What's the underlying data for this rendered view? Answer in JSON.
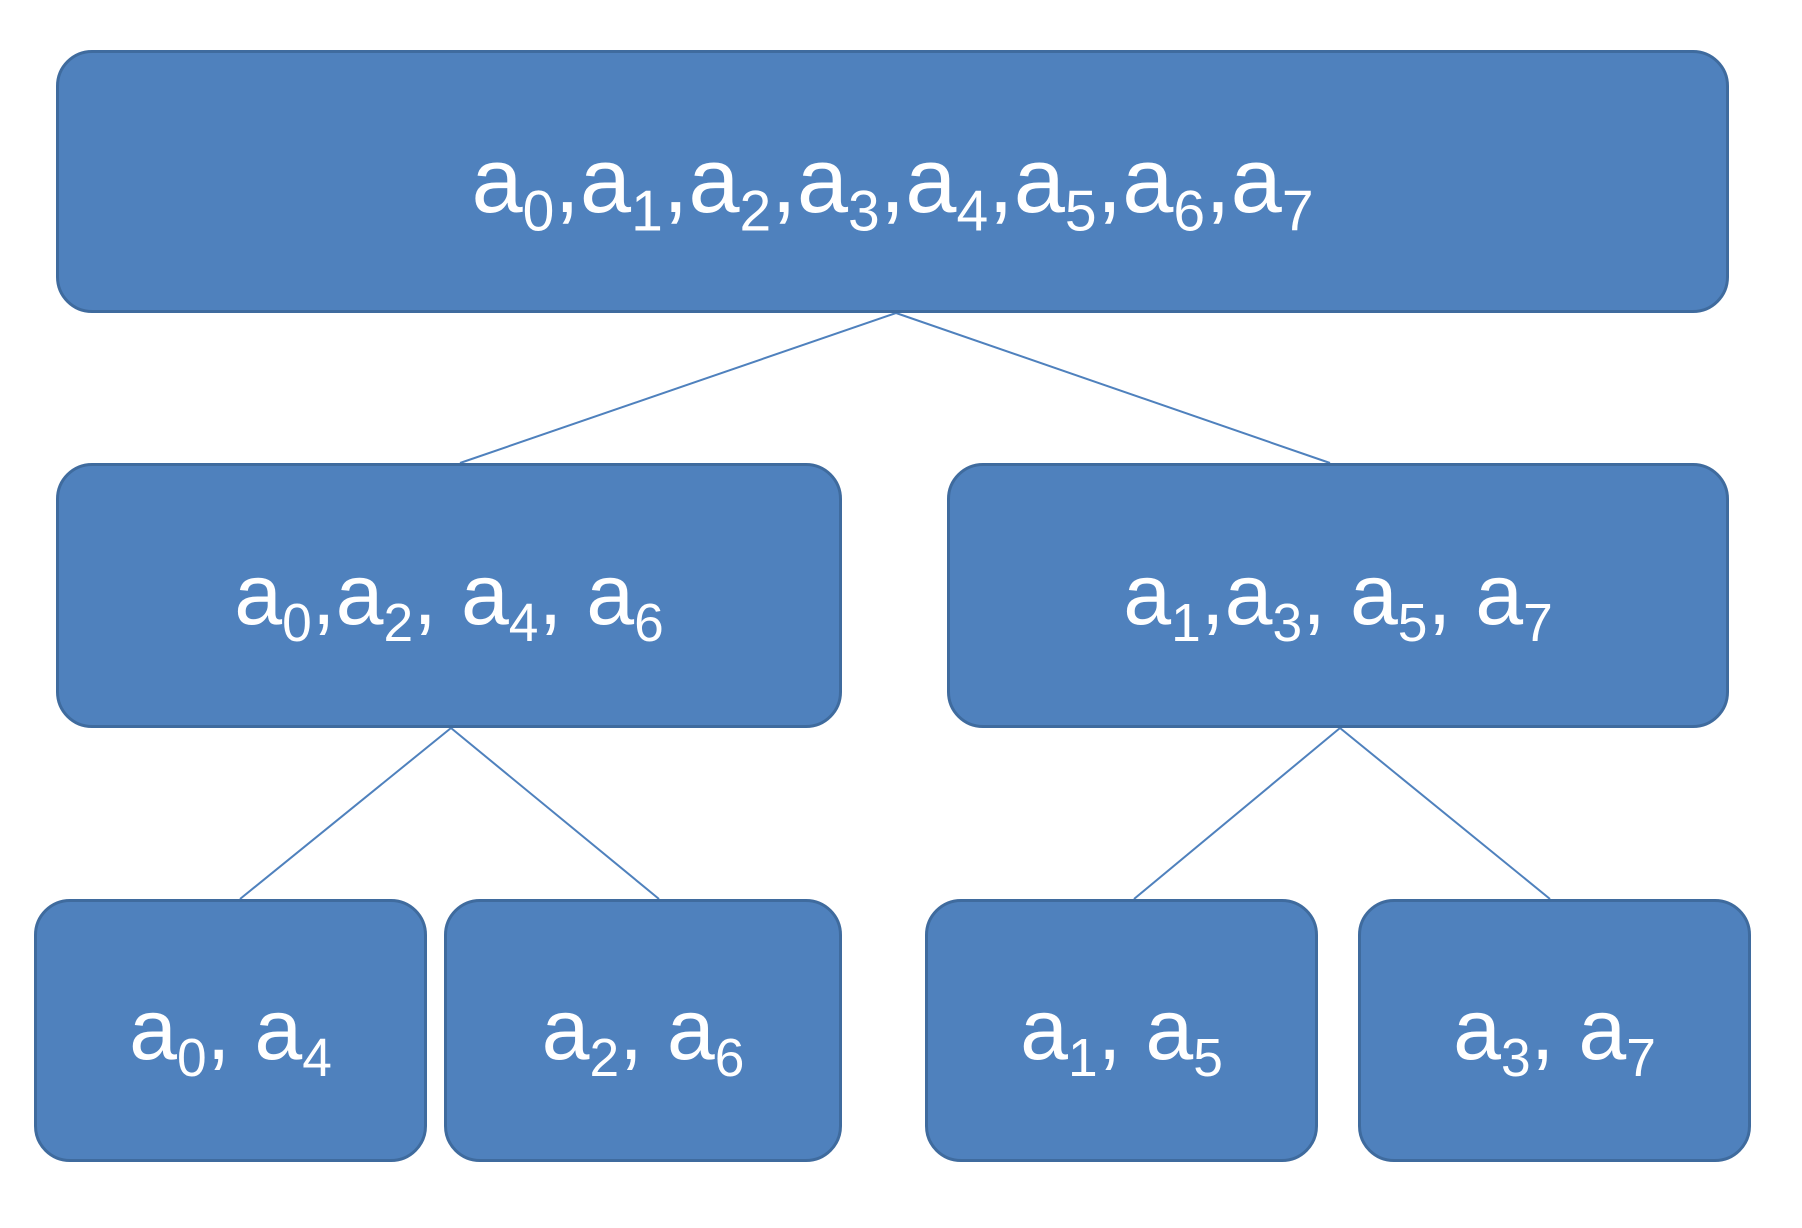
{
  "tree": {
    "root": {
      "terms": [
        [
          "a",
          "0"
        ],
        [
          "a",
          "1"
        ],
        [
          "a",
          "2"
        ],
        [
          "a",
          "3"
        ],
        [
          "a",
          "4"
        ],
        [
          "a",
          "5"
        ],
        [
          "a",
          "6"
        ],
        [
          "a",
          "7"
        ]
      ],
      "seps": [
        ",",
        ",",
        ",",
        ",",
        ",",
        ",",
        ","
      ]
    },
    "left": {
      "terms": [
        [
          "a",
          "0"
        ],
        [
          "a",
          "2"
        ],
        [
          "a",
          "4"
        ],
        [
          "a",
          "6"
        ]
      ],
      "seps": [
        ",",
        ", ",
        ", "
      ]
    },
    "right": {
      "terms": [
        [
          "a",
          "1"
        ],
        [
          "a",
          "3"
        ],
        [
          "a",
          "5"
        ],
        [
          "a",
          "7"
        ]
      ],
      "seps": [
        ",",
        ", ",
        ", "
      ]
    },
    "ll": {
      "terms": [
        [
          "a",
          "0"
        ],
        [
          "a",
          "4"
        ]
      ],
      "seps": [
        ", "
      ]
    },
    "lr": {
      "terms": [
        [
          "a",
          "2"
        ],
        [
          "a",
          "6"
        ]
      ],
      "seps": [
        ", "
      ]
    },
    "rl": {
      "terms": [
        [
          "a",
          "1"
        ],
        [
          "a",
          "5"
        ]
      ],
      "seps": [
        ", "
      ]
    },
    "rr": {
      "terms": [
        [
          "a",
          "3"
        ],
        [
          "a",
          "7"
        ]
      ],
      "seps": [
        ", "
      ]
    }
  },
  "edges": [
    [
      "root",
      "left"
    ],
    [
      "root",
      "right"
    ],
    [
      "left",
      "ll"
    ],
    [
      "left",
      "lr"
    ],
    [
      "right",
      "rl"
    ],
    [
      "right",
      "rr"
    ]
  ],
  "colors": {
    "node_fill": "#4f81bd",
    "node_border": "#3f6b9e",
    "edge": "#4f81bd",
    "text": "#ffffff"
  }
}
